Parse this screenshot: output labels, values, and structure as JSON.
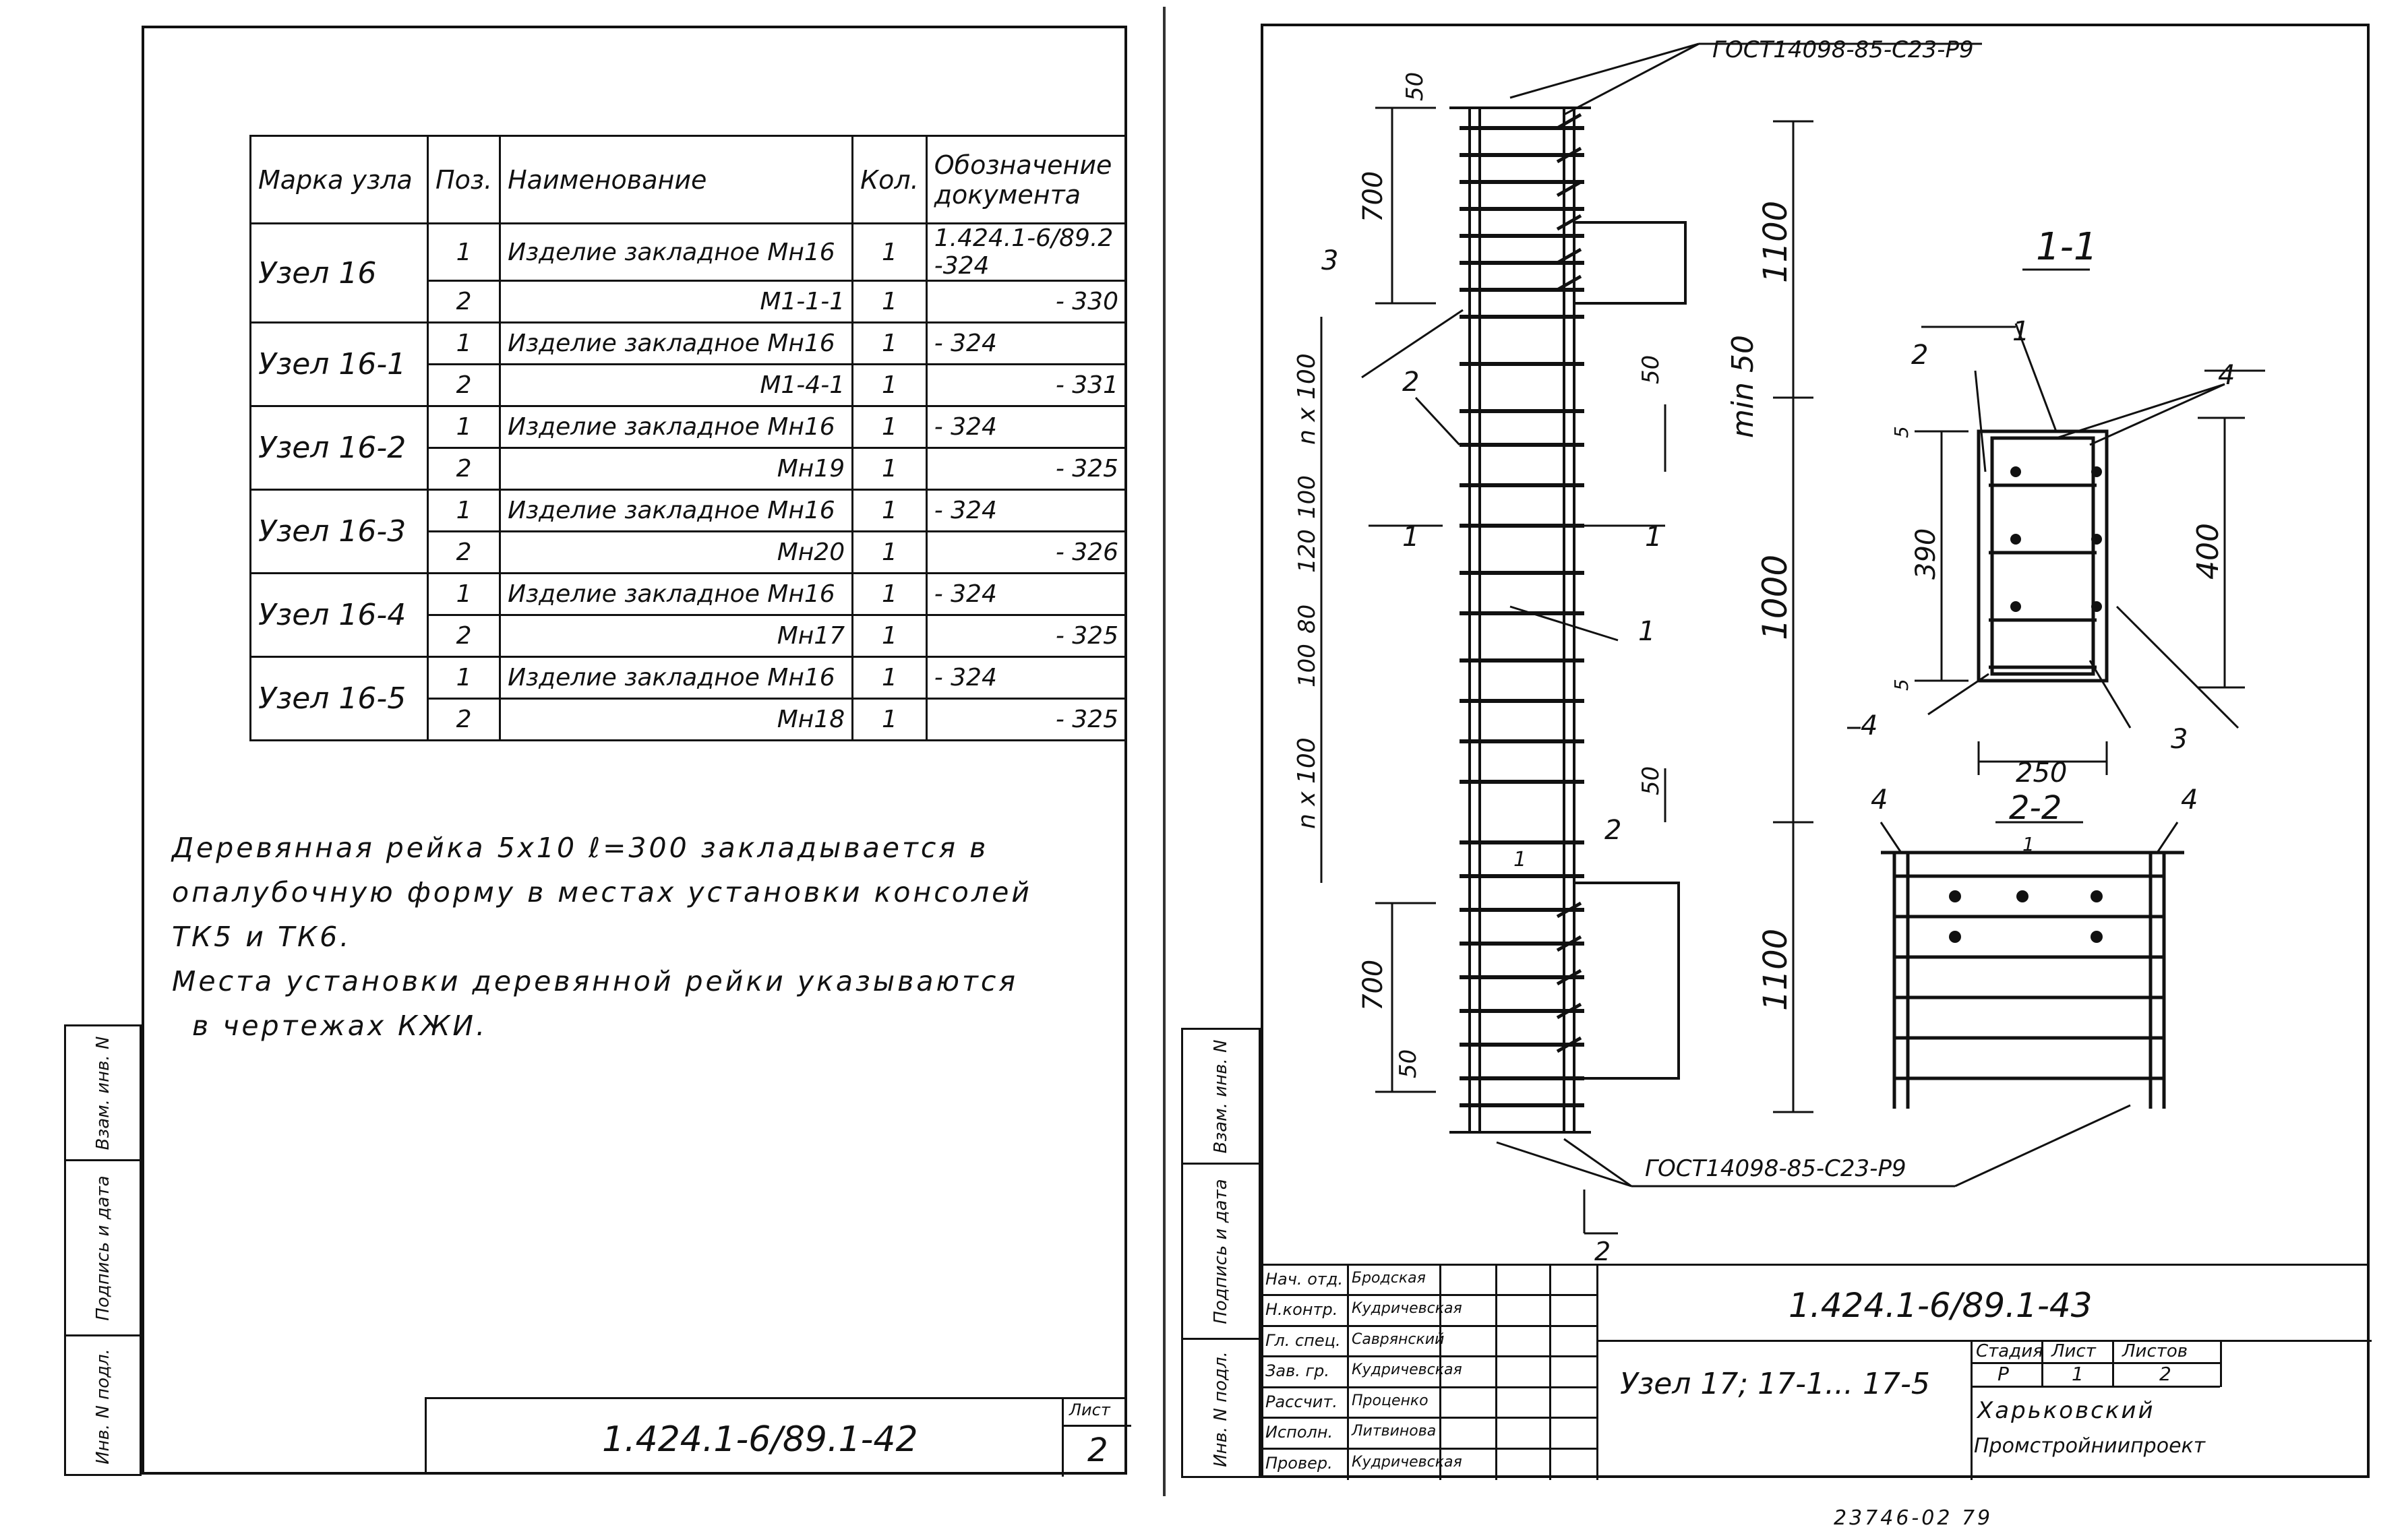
{
  "left_sheet": {
    "table": {
      "headers": {
        "mark": "Марка узла",
        "pos": "Поз.",
        "name": "Наименование",
        "qty": "Кол.",
        "doc": "Обозначение документа"
      },
      "groups": [
        {
          "mark": "Узел 16",
          "rows": [
            {
              "pos": "1",
              "name": "Изделие закладное Мн16",
              "qty": "1",
              "doc": "1.424.1-6/89.2 -324"
            },
            {
              "pos": "2",
              "name": "М1-1-1",
              "qty": "1",
              "doc": "- 330"
            }
          ]
        },
        {
          "mark": "Узел 16-1",
          "rows": [
            {
              "pos": "1",
              "name": "Изделие закладное Мн16",
              "qty": "1",
              "doc": "- 324"
            },
            {
              "pos": "2",
              "name": "М1-4-1",
              "qty": "1",
              "doc": "- 331"
            }
          ]
        },
        {
          "mark": "Узел 16-2",
          "rows": [
            {
              "pos": "1",
              "name": "Изделие закладное Мн16",
              "qty": "1",
              "doc": "- 324"
            },
            {
              "pos": "2",
              "name": "Мн19",
              "qty": "1",
              "doc": "- 325"
            }
          ]
        },
        {
          "mark": "Узел 16-3",
          "rows": [
            {
              "pos": "1",
              "name": "Изделие закладное Мн16",
              "qty": "1",
              "doc": "- 324"
            },
            {
              "pos": "2",
              "name": "Мн20",
              "qty": "1",
              "doc": "- 326"
            }
          ]
        },
        {
          "mark": "Узел 16-4",
          "rows": [
            {
              "pos": "1",
              "name": "Изделие закладное Мн16",
              "qty": "1",
              "doc": "- 324"
            },
            {
              "pos": "2",
              "name": "Мн17",
              "qty": "1",
              "doc": "- 325"
            }
          ]
        },
        {
          "mark": "Узел 16-5",
          "rows": [
            {
              "pos": "1",
              "name": "Изделие закладное Мн16",
              "qty": "1",
              "doc": "- 324"
            },
            {
              "pos": "2",
              "name": "Мн18",
              "qty": "1",
              "doc": "- 325"
            }
          ]
        }
      ]
    },
    "notes": [
      "Деревянная рейка 5х10 ℓ=300 закладывается в",
      "опалубочную форму в местах установки консолей",
      "ТК5 и ТК6.",
      "Места установки деревянной рейки указываются",
      "в чертежах КЖИ."
    ],
    "stamp": {
      "code": "1.424.1-6/89.1-42",
      "sheet_label": "Лист",
      "sheet_no": "2"
    },
    "side_strip": [
      "Инв. N подл.",
      "Подпись и дата",
      "Взам. инв. N"
    ]
  },
  "right_sheet": {
    "side_strip": [
      "Инв. N подл.",
      "Подпись и дата",
      "Взам. инв. N"
    ],
    "drawing": {
      "gost_top": "ГОСТ14098-85-С23-Р9",
      "gost_bottom": "ГОСТ14098-85-С23-Р9",
      "dims": {
        "d50_top": "50",
        "d700_top": "700",
        "d1100_top": "1100",
        "d_nx100": "n x 100",
        "d100": "100",
        "d120": "120",
        "d80": "80",
        "d100b": "100",
        "d50_a": "50",
        "d_min50": "min 50",
        "d1000": "1000",
        "d_nx100_b": "n x 100",
        "d50_b": "50",
        "d700_bot": "700",
        "d1100_bot": "1100",
        "d50_bot": "50"
      },
      "pos_labels": {
        "p1": "1",
        "p2": "2",
        "p3": "3",
        "p1b": "1",
        "p2b": "2"
      },
      "section_marks": {
        "s1_left": "1",
        "s1_right": "1",
        "s2_bottom": "2"
      },
      "section_1_1": {
        "title": "1-1",
        "h390": "390",
        "h400": "400",
        "w250": "250",
        "d5a": "5",
        "d5b": "5",
        "labels": {
          "l1": "1",
          "l2": "2",
          "l3": "3",
          "l4a": "4",
          "l4b": "4"
        }
      },
      "section_2_2": {
        "title": "2-2",
        "labels": {
          "l4a": "4",
          "l4b": "4",
          "l1": "1"
        }
      }
    },
    "title_block": {
      "roles": [
        {
          "role": "Нач. отд.",
          "name": "Бродская"
        },
        {
          "role": "Н.контр.",
          "name": "Кудричевская"
        },
        {
          "role": "Гл. спец.",
          "name": "Саврянский"
        },
        {
          "role": "Зав. гр.",
          "name": "Кудричевская"
        },
        {
          "role": "Рассчит.",
          "name": "Проценко"
        },
        {
          "role": "Исполн.",
          "name": "Литвинова"
        },
        {
          "role": "Провер.",
          "name": "Кудричевская"
        }
      ],
      "code": "1.424.1-6/89.1-43",
      "title": "Узел 17; 17-1... 17-5",
      "stage_label": "Стадия",
      "sheet_label": "Лист",
      "sheets_label": "Листов",
      "stage": "Р",
      "sheet": "1",
      "sheets": "2",
      "org_line1": "Харьковский",
      "org_line2": "Промстройниипроект"
    },
    "footer_number": "23746-02 79"
  }
}
